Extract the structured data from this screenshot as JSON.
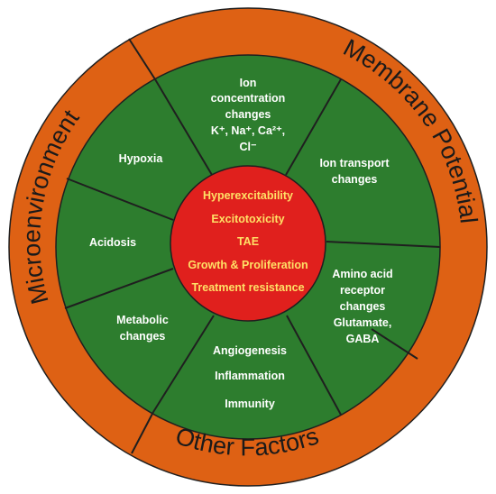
{
  "colors": {
    "outer_ring": "#de6114",
    "sector": "#2d7d2e",
    "core": "#e0201d",
    "core_text": "#ffe066",
    "sector_text": "#ffffff",
    "line": "#1f1f1f"
  },
  "outer_ring_labels": {
    "membrane_potential": "Membrane Potential",
    "microenvironment": "Microenvironment",
    "other_factors": "Other Factors"
  },
  "core": {
    "items": [
      "Hyperexcitability",
      "Excitotoxicity",
      "TAE",
      "Growth & Proliferation",
      "Treatment resistance"
    ]
  },
  "sectors": {
    "ion_concentration": {
      "lines": [
        "Ion",
        "concentration",
        "changes"
      ],
      "ions_line": "K⁺, Na⁺, Ca²⁺,",
      "cl_line": "Cl⁻"
    },
    "ion_transport": {
      "lines": [
        "Ion transport",
        "changes"
      ]
    },
    "amino_acid": {
      "lines": [
        "Amino acid",
        "receptor",
        "changes",
        "Glutamate,",
        "GABA"
      ]
    },
    "other_factors": {
      "lines": [
        "Angiogenesis",
        "Inflammation",
        "Immunity"
      ]
    },
    "metabolic": {
      "lines": [
        "Metabolic",
        "changes"
      ]
    },
    "acidosis": {
      "lines": [
        "Acidosis"
      ]
    },
    "hypoxia": {
      "lines": [
        "Hypoxia"
      ]
    }
  }
}
